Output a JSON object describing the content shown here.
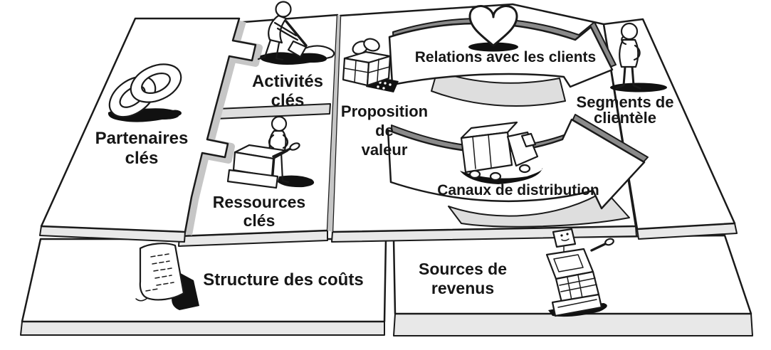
{
  "canvas": {
    "blocks": {
      "key_partners": {
        "label": "Partenaires clés",
        "lines": [
          "Partenaires",
          "clés"
        ],
        "icon": "interlocked-rings-icon"
      },
      "key_activities": {
        "label": "Activités clés",
        "lines": [
          "Activités",
          "clés"
        ],
        "icon": "digging-person-icon"
      },
      "key_resources": {
        "label": "Ressources clés",
        "lines": [
          "Ressources",
          "clés"
        ],
        "icon": "worker-machine-icon"
      },
      "value_proposition": {
        "label": "Proposition de valeur",
        "lines": [
          "Proposition",
          "de",
          "valeur"
        ],
        "icon": "gift-box-icon"
      },
      "customer_relationships": {
        "label": "Relations avec les clients",
        "lines": [
          "Relations avec les clients"
        ],
        "icon": "heart-icon"
      },
      "channels": {
        "label": "Canaux de distribution",
        "lines": [
          "Canaux de distribution"
        ],
        "icon": "delivery-truck-icon"
      },
      "customer_segments": {
        "label": "Segments de clientèle",
        "lines": [
          "Segments de",
          "clientèle"
        ],
        "icon": "customer-person-icon"
      },
      "cost_structure": {
        "label": "Structure des coûts",
        "lines": [
          "Structure des coûts"
        ],
        "icon": "document-icon"
      },
      "revenue_streams": {
        "label": "Sources de revenus",
        "lines": [
          "Sources de",
          "revenus"
        ],
        "icon": "cash-register-icon"
      }
    },
    "colors": {
      "background": "#ffffff",
      "panel": "#ffffff",
      "outline": "#1a1a1a",
      "side_face": "#e8e8e8",
      "groove": "#c6c6c6",
      "band": "#dedede",
      "arrow_shadow": "#8a8a8a",
      "ink": "#111111",
      "text": "#161616"
    }
  }
}
